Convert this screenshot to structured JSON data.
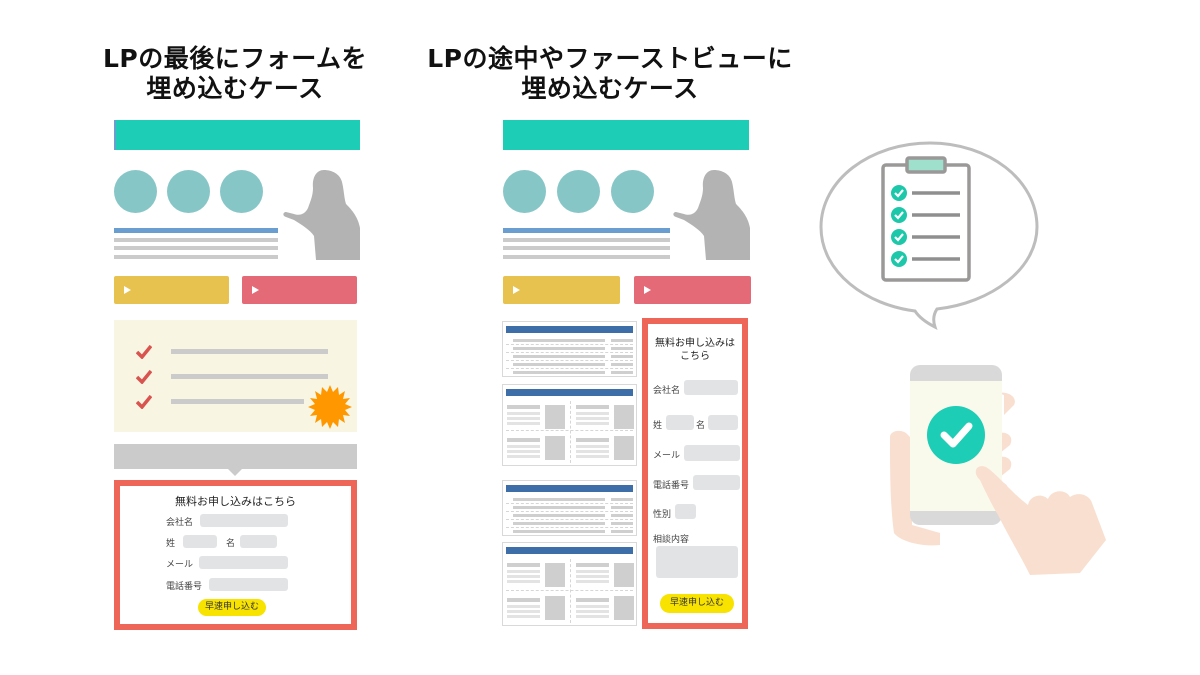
{
  "left_case": {
    "title_line1": "LPの最後にフォームを",
    "title_line2": "埋め込むケース",
    "form": {
      "heading": "無料お申し込みはこちら",
      "company_label": "会社名",
      "last_name_label": "姓",
      "first_name_label": "名",
      "email_label": "メール",
      "phone_label": "電話番号",
      "submit_label": "早速申し込む"
    }
  },
  "right_case": {
    "title_line1": "LPの途中やファーストビューに",
    "title_line2": "埋め込むケース",
    "form": {
      "heading": "無料お申し込みは\nこちら",
      "company_label": "会社名",
      "last_name_label": "姓",
      "first_name_label": "名",
      "email_label": "メール",
      "phone_label": "電話番号",
      "gender_label": "性別",
      "inquiry_label": "相談内容",
      "submit_label": "早速申し込む"
    }
  },
  "colors": {
    "header_teal": "#1dcdb6",
    "circle_teal": "#87c6c7",
    "form_border": "#ee6657",
    "button_yellow": "#e8c24e",
    "button_red": "#e56a78",
    "submit_yellow": "#f7e200",
    "check_red": "#d9534f",
    "starburst_orange": "#ff9800",
    "card_header_blue": "#3d6ea8"
  },
  "icons": {
    "speech_bubble": "clipboard-checklist-icon",
    "phone": "smartphone-check-icon"
  }
}
